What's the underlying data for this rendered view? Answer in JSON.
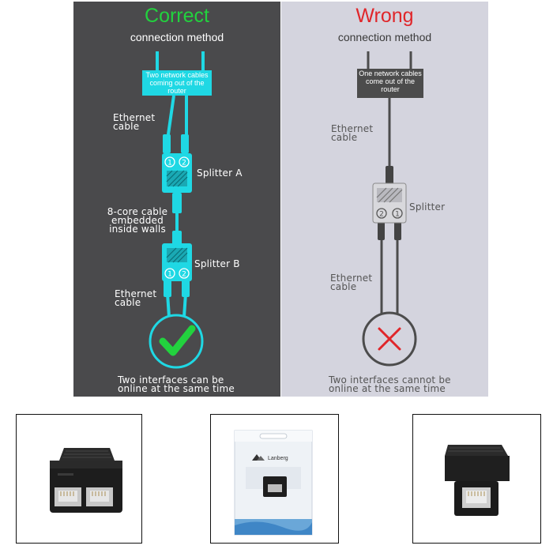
{
  "correct": {
    "title": "Correct",
    "subtitle": "connection method",
    "router_box": "Two network cables coming out of the router",
    "ethernet_top": "Ethernet\ncable",
    "splitter_a": "Splitter A",
    "embedded": "8-core cable\nembedded\ninside walls",
    "splitter_b": "Splitter B",
    "ethernet_bottom": "Ethernet\ncable",
    "port_1": "1",
    "port_2": "2",
    "result": "Two interfaces can be\nonline at the same time"
  },
  "wrong": {
    "title": "Wrong",
    "subtitle": "connection method",
    "router_box": "One network cables come out of the router",
    "ethernet_top": "Ethernet\ncable",
    "splitter": "Splitter",
    "ethernet_bottom": "Ethernet\ncable",
    "port_1": "1",
    "port_2": "2",
    "result": "Two interfaces cannot be\nonline at the same time"
  },
  "products": {
    "package_brand": "Lanberg"
  },
  "colors": {
    "correct_accent": "#1fd8e4",
    "correct_title": "#22d23e",
    "wrong_title": "#e0262a",
    "left_bg": "#4a4a4c",
    "right_bg": "#d4d4de"
  },
  "icons": {
    "correct": "check-icon",
    "wrong": "cross-icon"
  }
}
